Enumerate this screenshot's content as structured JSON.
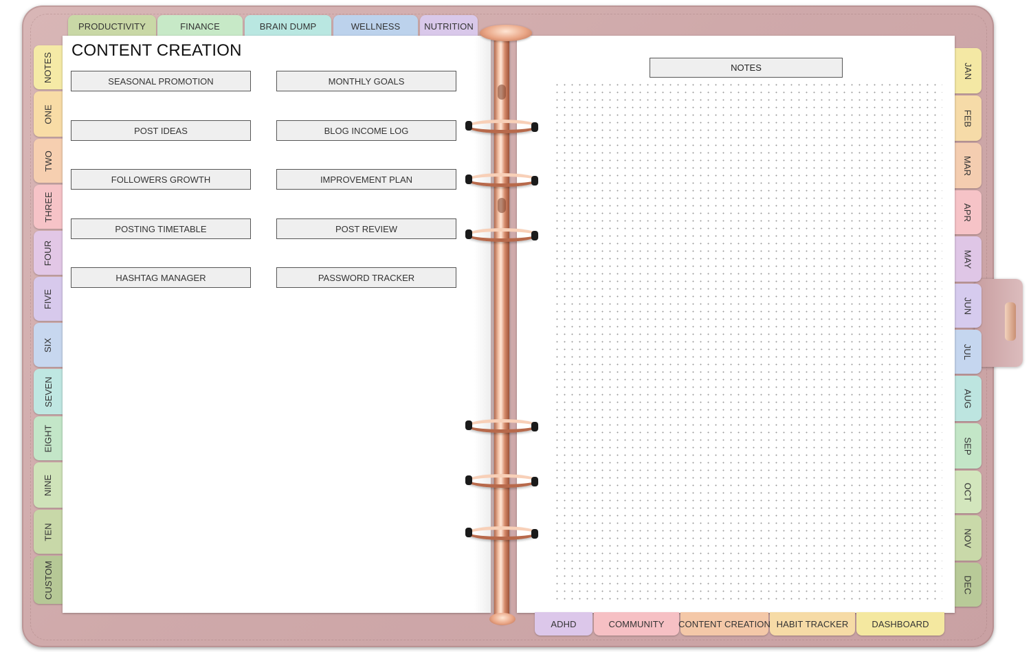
{
  "top_tabs": [
    {
      "label": "PRODUCTIVITY",
      "color": "#c9d8a6"
    },
    {
      "label": "FINANCE",
      "color": "#c7e9c7"
    },
    {
      "label": "BRAIN DUMP",
      "color": "#b9e7e1"
    },
    {
      "label": "WELLNESS",
      "color": "#bcd2ec"
    },
    {
      "label": "NUTRITION",
      "color": "#d9c8ea"
    }
  ],
  "left_tabs": [
    {
      "label": "NOTES",
      "color": "#f5eaa6"
    },
    {
      "label": "ONE",
      "color": "#f8dca6"
    },
    {
      "label": "TWO",
      "color": "#f6cfb0"
    },
    {
      "label": "THREE",
      "color": "#f6c3c7"
    },
    {
      "label": "FOUR",
      "color": "#e2c7e6"
    },
    {
      "label": "FIVE",
      "color": "#d7c9ec"
    },
    {
      "label": "SIX",
      "color": "#c7d7ef"
    },
    {
      "label": "SEVEN",
      "color": "#bfe7e2"
    },
    {
      "label": "EIGHT",
      "color": "#c3e6c8"
    },
    {
      "label": "NINE",
      "color": "#cfe3b9"
    },
    {
      "label": "TEN",
      "color": "#c8d8a8"
    },
    {
      "label": "CUSTOM",
      "color": "#b6c896"
    }
  ],
  "right_tabs": [
    {
      "label": "JAN",
      "color": "#f4e8a4"
    },
    {
      "label": "FEB",
      "color": "#f6dba8"
    },
    {
      "label": "MAR",
      "color": "#f4cdb0"
    },
    {
      "label": "APR",
      "color": "#f6c3c7"
    },
    {
      "label": "MAY",
      "color": "#dfc6e6"
    },
    {
      "label": "JUN",
      "color": "#d6cbee"
    },
    {
      "label": "JUL",
      "color": "#c5d6ef"
    },
    {
      "label": "AUG",
      "color": "#bde5e0"
    },
    {
      "label": "SEP",
      "color": "#c3e6c7"
    },
    {
      "label": "OCT",
      "color": "#d3e6bd"
    },
    {
      "label": "NOV",
      "color": "#c9d9a9"
    },
    {
      "label": "DEC",
      "color": "#b8ca98"
    }
  ],
  "bottom_tabs": [
    {
      "label": "ADHD",
      "color": "#dcc7ea"
    },
    {
      "label": "COMMUNITY",
      "color": "#f6c0c4"
    },
    {
      "label": "CONTENT CREATION",
      "color": "#f4c8a8"
    },
    {
      "label": "HABIT TRACKER",
      "color": "#f6dba6"
    },
    {
      "label": "DASHBOARD",
      "color": "#f4e8a0"
    }
  ],
  "left_page": {
    "title": "CONTENT CREATION",
    "buttons": [
      "SEASONAL PROMOTION",
      "MONTHLY GOALS",
      "POST IDEAS",
      "BLOG INCOME LOG",
      "FOLLOWERS GROWTH",
      "IMPROVEMENT PLAN",
      "POSTING TIMETABLE",
      "POST REVIEW",
      "HASHTAG MANAGER",
      "PASSWORD TRACKER"
    ]
  },
  "right_page": {
    "notes_label": "NOTES"
  },
  "colors": {
    "cover": "#d4afb0",
    "rose_gold": "#e5a687",
    "button_fill": "#efefef",
    "button_border": "#555555"
  }
}
